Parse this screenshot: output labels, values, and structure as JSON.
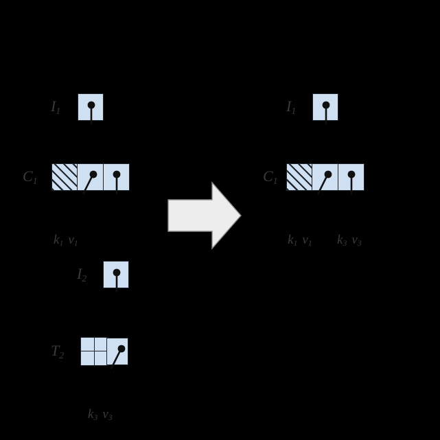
{
  "figure": {
    "title": "",
    "background_color": "#000000",
    "cell_fill_color": "#cfe0f2",
    "cell_border_color": "#20242b",
    "label_color": "#3a3a3a",
    "arrow_fill_color": "#ededed",
    "arrow_border_color": "#8a8a8a"
  },
  "before": {
    "index_top": {
      "label_base": "I",
      "label_sub": "1",
      "cells": 1,
      "pointer": "vertical-down"
    },
    "cache": {
      "label_base": "C",
      "label_sub": "1",
      "cells": [
        {
          "style": "hatched",
          "pointer": "none"
        },
        {
          "style": "filled",
          "pointer": "diagonal-down-left"
        },
        {
          "style": "filled",
          "pointer": "vertical-down"
        }
      ],
      "entry_labels": [
        {
          "key_base": "k",
          "key_sub": "1",
          "val_base": "v",
          "val_sub": "1"
        }
      ]
    },
    "index_bottom": {
      "label_base": "I",
      "label_sub": "2",
      "cells": 1,
      "pointer": "vertical-down"
    },
    "table": {
      "label_base": "T",
      "label_sub": "2",
      "subgrid_cells": 4,
      "data_cell_pointer": "diagonal-down-left",
      "entry_labels": [
        {
          "key_base": "k",
          "key_sub": "3",
          "val_base": "v",
          "val_sub": "3"
        }
      ]
    }
  },
  "transition": {
    "icon": "right-arrow",
    "direction": "right"
  },
  "after": {
    "index_top": {
      "label_base": "I",
      "label_sub": "1",
      "cells": 1,
      "pointer": "vertical-down"
    },
    "cache": {
      "label_base": "C",
      "label_sub": "1",
      "cells": [
        {
          "style": "hatched",
          "pointer": "none"
        },
        {
          "style": "filled",
          "pointer": "diagonal-down-left"
        },
        {
          "style": "filled",
          "pointer": "vertical-down"
        }
      ],
      "entry_labels": [
        {
          "key_base": "k",
          "key_sub": "1",
          "val_base": "v",
          "val_sub": "1"
        },
        {
          "key_base": "k",
          "key_sub": "3",
          "val_base": "v",
          "val_sub": "3"
        }
      ]
    }
  }
}
